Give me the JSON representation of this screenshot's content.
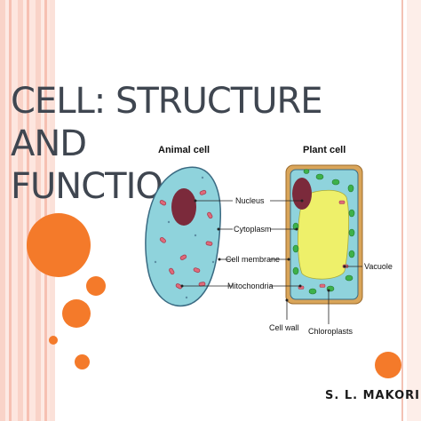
{
  "slide": {
    "title_line1": "CELL: STRUCTURE AND",
    "title_line2": "FUNCTIO",
    "author": "S. L. MAKORI"
  },
  "diagram": {
    "animal_heading": "Animal cell",
    "plant_heading": "Plant cell",
    "labels": {
      "nucleus": "Nucleus",
      "cytoplasm": "Cytoplasm",
      "cell_membrane": "Cell membrane",
      "mitochondria": "Mitochondria",
      "vacuole": "Vacuole",
      "cell_wall": "Cell wall",
      "chloroplasts": "Chloroplasts"
    }
  },
  "colors": {
    "accent_orange": "#f47a2a",
    "title_gray": "#3f4650",
    "cytoplasm_blue": "#8fd3dc",
    "nucleus_maroon": "#7b2a3b",
    "cell_wall_tan": "#d9a55a",
    "vacuole_yellow": "#eef06a",
    "chloroplast_green": "#3db14a"
  }
}
